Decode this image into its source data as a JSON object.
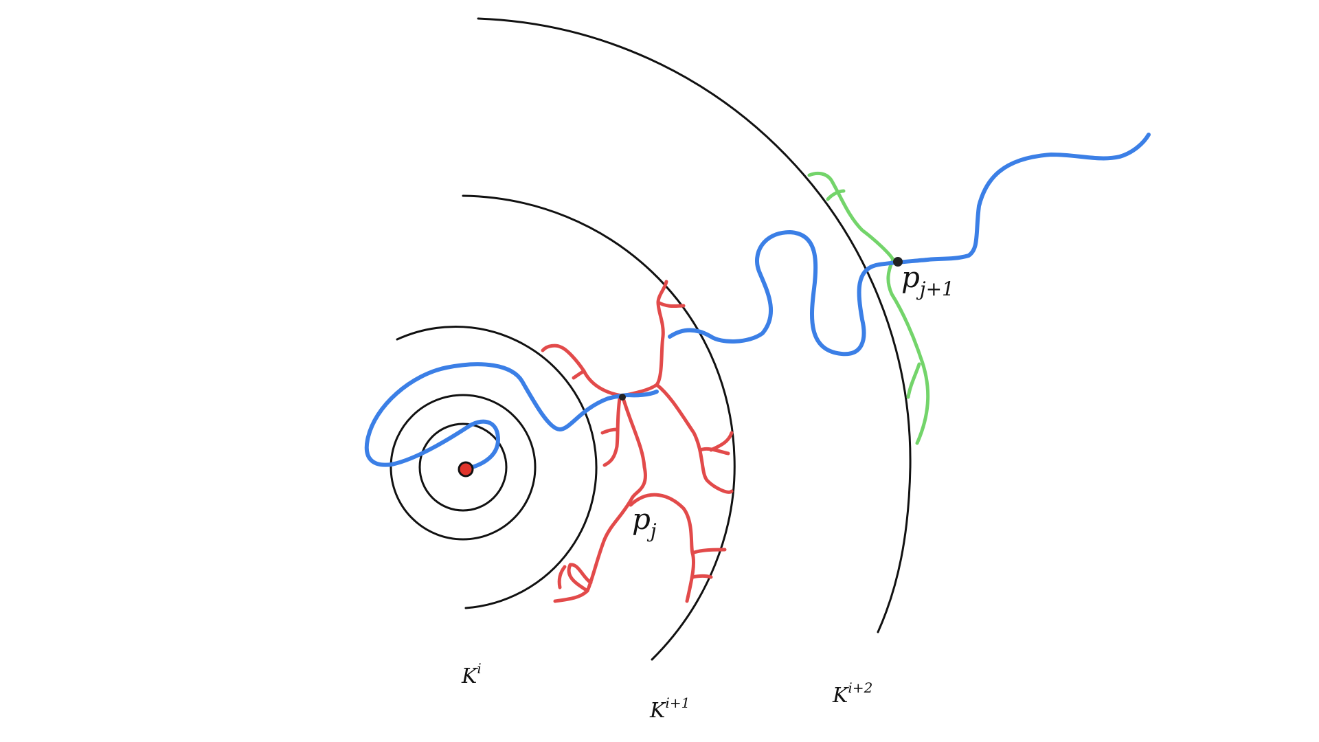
{
  "colors": {
    "background": "#ffffff",
    "circles": "#111111",
    "red_tree": "#e24a4a",
    "blue_path": "#3b7fe6",
    "green_branch": "#73d46a",
    "center_point_fill": "#e0342b",
    "node_fill": "#222222"
  },
  "labels": {
    "k_i": {
      "base": "K",
      "sup": "i"
    },
    "k_i1": {
      "base": "K",
      "sup": "i+1"
    },
    "k_i2": {
      "base": "K",
      "sup": "i+2"
    },
    "p_j": {
      "base": "p",
      "sub": "j"
    },
    "p_j1": {
      "base": "p",
      "sub": "j+1"
    }
  },
  "icons": {
    "center_point": "filled-circle-red",
    "node_pj": "filled-circle-black",
    "node_pj1": "filled-circle-black"
  }
}
